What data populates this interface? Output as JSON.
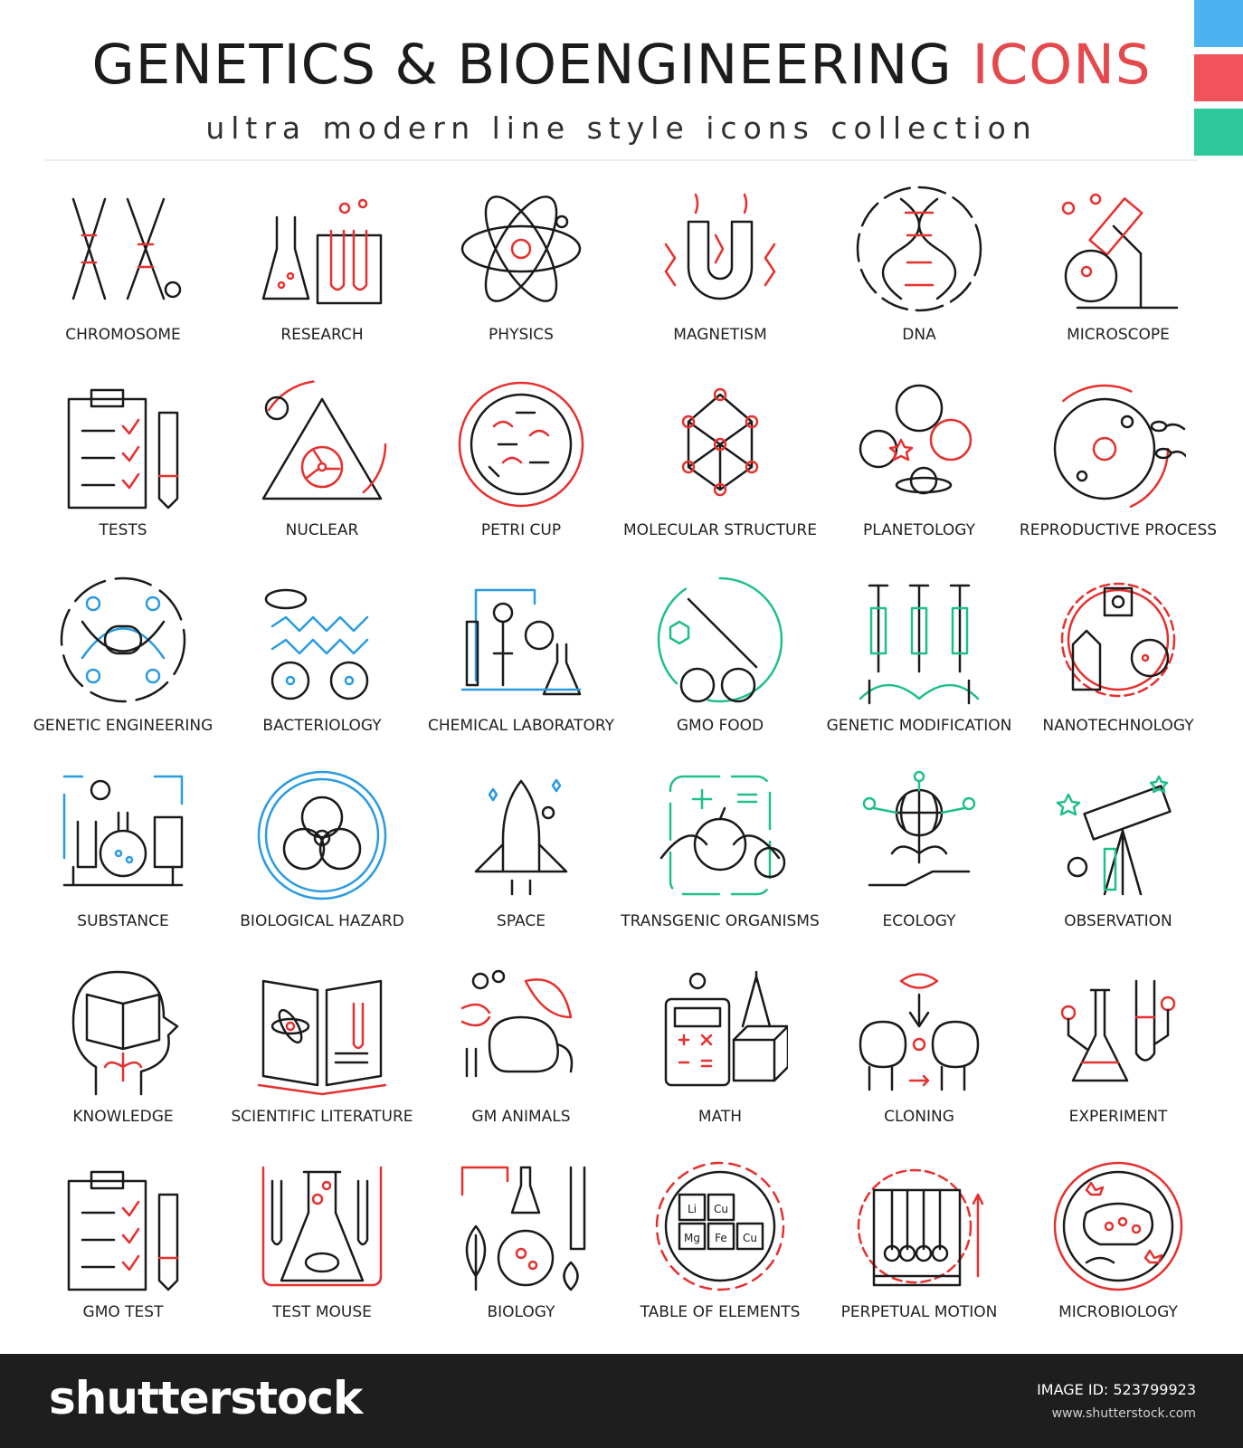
{
  "header": {
    "title_main": "GENETICS & BIOENGINEERING",
    "title_accent": "ICONS",
    "subtitle": "ultra modern line style icons collection"
  },
  "colors": {
    "text": "#1c1c1c",
    "accent": "#e44a4d",
    "swatch_blue": "#4cb3f0",
    "swatch_red": "#f0545a",
    "swatch_green": "#2ec99a",
    "icon_red": "#e5312f",
    "icon_blue": "#2a9be0",
    "icon_green": "#1fbf8a",
    "footer_bg": "#1e1e1e"
  },
  "icons": [
    {
      "label": "CHROMOSOME",
      "icon": "chromosome-icon",
      "accent": "red"
    },
    {
      "label": "RESEARCH",
      "icon": "test-tubes-icon",
      "accent": "red"
    },
    {
      "label": "PHYSICS",
      "icon": "atom-icon",
      "accent": "red"
    },
    {
      "label": "MAGNETISM",
      "icon": "magnet-icon",
      "accent": "red"
    },
    {
      "label": "DNA",
      "icon": "dna-icon",
      "accent": "red"
    },
    {
      "label": "MICROSCOPE",
      "icon": "microscope-icon",
      "accent": "red"
    },
    {
      "label": "TESTS",
      "icon": "clipboard-icon",
      "accent": "red"
    },
    {
      "label": "NUCLEAR",
      "icon": "radiation-icon",
      "accent": "red"
    },
    {
      "label": "PETRI CUP",
      "icon": "petri-dish-icon",
      "accent": "red"
    },
    {
      "label": "MOLECULAR STRUCTURE",
      "icon": "molecule-icon",
      "accent": "red"
    },
    {
      "label": "PLANETOLOGY",
      "icon": "planets-icon",
      "accent": "red"
    },
    {
      "label": "REPRODUCTIVE PROCESS",
      "icon": "cell-icon",
      "accent": "red"
    },
    {
      "label": "GENETIC ENGINEERING",
      "icon": "dna-circle-icon",
      "accent": "blue"
    },
    {
      "label": "BACTERIOLOGY",
      "icon": "bacteria-icon",
      "accent": "blue"
    },
    {
      "label": "CHEMICAL LABORATORY",
      "icon": "lab-icon",
      "accent": "blue"
    },
    {
      "label": "GMO FOOD",
      "icon": "syringe-icon",
      "accent": "green"
    },
    {
      "label": "GENETIC MODIFICATION",
      "icon": "syringes-icon",
      "accent": "green"
    },
    {
      "label": "NANOTECHNOLOGY",
      "icon": "gear-icon",
      "accent": "red"
    },
    {
      "label": "SUBSTANCE",
      "icon": "flask-icon",
      "accent": "blue"
    },
    {
      "label": "BIOLOGICAL HAZARD",
      "icon": "biohazard-icon",
      "accent": "blue"
    },
    {
      "label": "SPACE",
      "icon": "rocket-icon",
      "accent": "blue"
    },
    {
      "label": "TRANSGENIC ORGANISMS",
      "icon": "fruit-icon",
      "accent": "green"
    },
    {
      "label": "ECOLOGY",
      "icon": "globe-plant-icon",
      "accent": "green"
    },
    {
      "label": "OBSERVATION",
      "icon": "telescope-icon",
      "accent": "green"
    },
    {
      "label": "KNOWLEDGE",
      "icon": "head-book-icon",
      "accent": "red"
    },
    {
      "label": "SCIENTIFIC LITERATURE",
      "icon": "book-icon",
      "accent": "red"
    },
    {
      "label": "GM ANIMALS",
      "icon": "chameleon-icon",
      "accent": "red"
    },
    {
      "label": "MATH",
      "icon": "calculator-icon",
      "accent": "red"
    },
    {
      "label": "CLONING",
      "icon": "sheep-icon",
      "accent": "red"
    },
    {
      "label": "EXPERIMENT",
      "icon": "beaker-icon",
      "accent": "red"
    },
    {
      "label": "GMO TEST",
      "icon": "clipboard-check-icon",
      "accent": "red"
    },
    {
      "label": "TEST MOUSE",
      "icon": "flask-mouse-icon",
      "accent": "red"
    },
    {
      "label": "BIOLOGY",
      "icon": "leaves-icon",
      "accent": "red"
    },
    {
      "label": "TABLE OF ELEMENTS",
      "icon": "periodic-table-icon",
      "accent": "red"
    },
    {
      "label": "PERPETUAL MOTION",
      "icon": "newton-cradle-icon",
      "accent": "red"
    },
    {
      "label": "MICROBIOLOGY",
      "icon": "microbe-icon",
      "accent": "red"
    }
  ],
  "elements_text": [
    "Li",
    "Cu",
    "Mg",
    "Fe",
    "Cu"
  ],
  "footer": {
    "brand": "shutterstock",
    "image_id": "IMAGE ID: 523799923",
    "site": "www.shutterstock.com"
  }
}
